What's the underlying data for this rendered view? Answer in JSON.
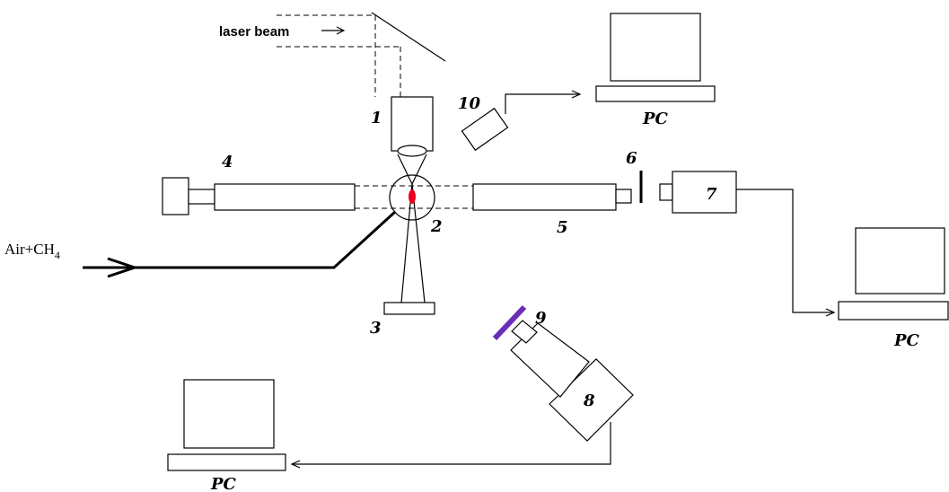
{
  "labels": {
    "laser_beam": "laser beam",
    "gas_inlet": "Air+CH",
    "gas_inlet_sub": "4",
    "pc": "PC",
    "n1": "1",
    "n2": "2",
    "n3": "3",
    "n4": "4",
    "n5": "5",
    "n6": "6",
    "n7": "7",
    "n8": "8",
    "n9": "9",
    "n10": "10"
  },
  "colors": {
    "spark": "#e8001c",
    "filter": "#6a2db8"
  }
}
